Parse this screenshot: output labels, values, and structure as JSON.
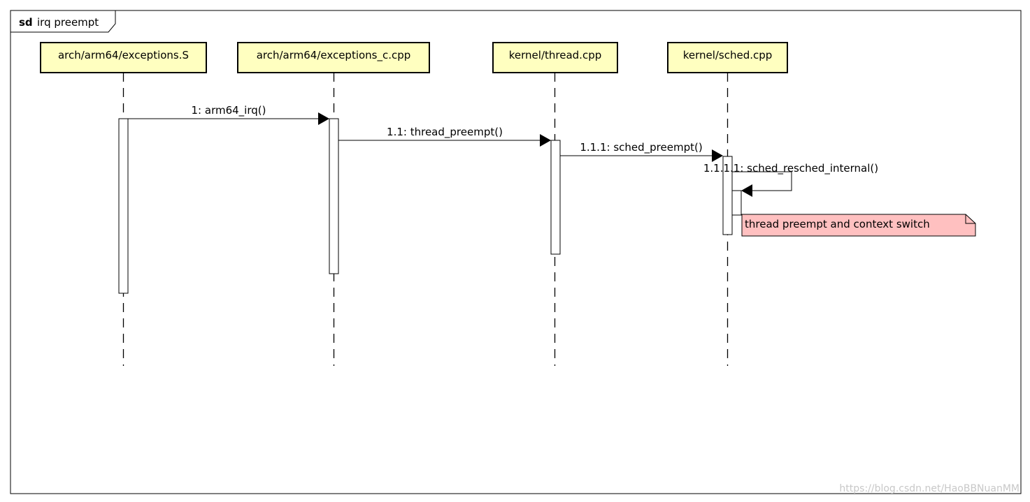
{
  "frame": {
    "keyword": "sd",
    "title": "irq preempt"
  },
  "lifelines": [
    {
      "id": "L1",
      "label": "arch/arm64/exceptions.S"
    },
    {
      "id": "L2",
      "label": "arch/arm64/exceptions_c.cpp"
    },
    {
      "id": "L3",
      "label": "kernel/thread.cpp"
    },
    {
      "id": "L4",
      "label": "kernel/sched.cpp"
    }
  ],
  "messages": [
    {
      "label": "1: arm64_irq()",
      "from": "L1",
      "to": "L2"
    },
    {
      "label": "1.1: thread_preempt()",
      "from": "L2",
      "to": "L3"
    },
    {
      "label": "1.1.1: sched_preempt()",
      "from": "L3",
      "to": "L4"
    },
    {
      "label": "1.1.1.1: sched_resched_internal()",
      "from": "L4",
      "to": "L4",
      "self": true
    }
  ],
  "note": {
    "text": "thread preempt and context switch"
  },
  "watermark": "https://blog.csdn.net/HaoBBNuanMM",
  "colors": {
    "lifeline_fill": "#ffffc0",
    "note_fill": "#ffc0c0",
    "line": "#000000"
  }
}
